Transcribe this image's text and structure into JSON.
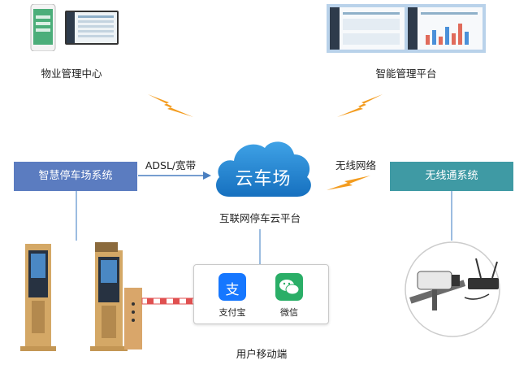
{
  "nodes": {
    "property_center": "物业管理中心",
    "smart_platform": "智能管理平台",
    "smart_parking": "智慧停车场系统",
    "cloud": "云车场",
    "cloud_platform": "互联网停车云平台",
    "wireless_system": "无线通系统",
    "mobile_end": "用户移动端"
  },
  "links": {
    "adsl": "ADSL/宽带",
    "wireless_net": "无线网络"
  },
  "apps": [
    {
      "label": "支付宝",
      "icon": "alipay-icon",
      "color": "#1677ff"
    },
    {
      "label": "微信",
      "icon": "wechat-icon",
      "color": "#2aae67"
    }
  ],
  "alipay_glyph": "支",
  "colors": {
    "smart_parking_box": "#5b7cc0",
    "wireless_box": "#3f9aa4",
    "cloud": "#1f86d6",
    "lightning": "#f39c1f",
    "connector": "#7aa6d6"
  }
}
